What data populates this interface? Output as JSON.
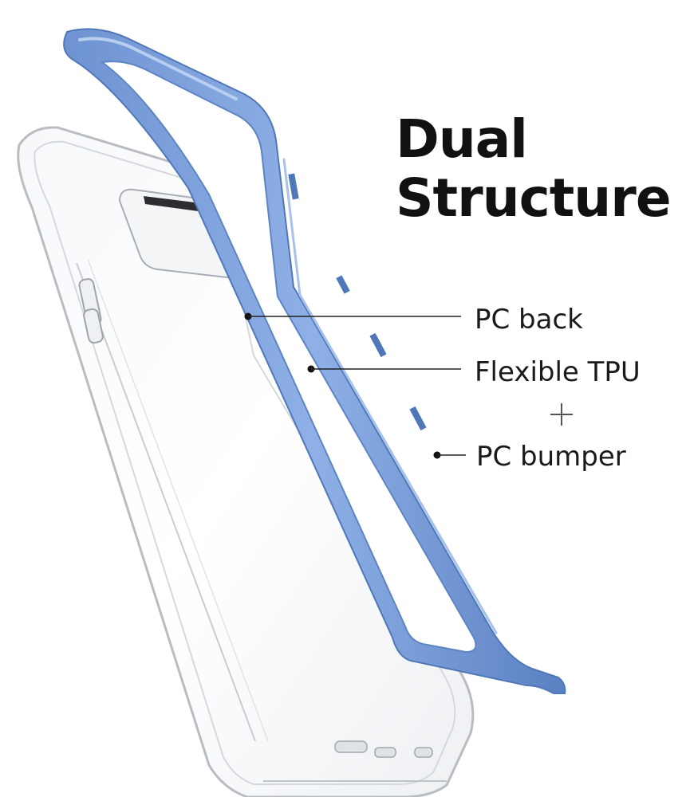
{
  "headline": {
    "line1": "Dual",
    "line2": "Structure"
  },
  "callouts": {
    "pc_back": "PC back",
    "flexible_tpu": "Flexible TPU",
    "pc_bumper": "PC bumper"
  },
  "colors": {
    "bumper_blue": "#7da2dc",
    "bumper_shadow": "#4f78b8",
    "clear_edge": "#b9bcc2",
    "text": "#111111"
  },
  "icons": {
    "plus": "plus-icon"
  }
}
